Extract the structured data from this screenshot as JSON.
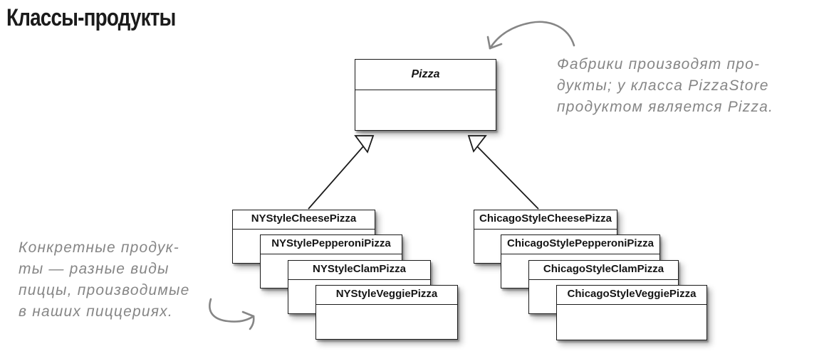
{
  "page": {
    "title": "Классы-продукты"
  },
  "colors": {
    "ink": "#1b1b1b",
    "annotation_gray": "#868686",
    "box_fill": "#ffffff"
  },
  "uml": {
    "superclass": {
      "name": "Pizza"
    },
    "ny_products": [
      {
        "name": "NYStyleCheesePizza"
      },
      {
        "name": "NYStylePepperoniPizza"
      },
      {
        "name": "NYStyleClamPizza"
      },
      {
        "name": "NYStyleVeggiePizza"
      }
    ],
    "chicago_products": [
      {
        "name": "ChicagoStyleCheesePizza"
      },
      {
        "name": "ChicagoStylePepperoniPizza"
      },
      {
        "name": "ChicagoStyleClamPizza"
      },
      {
        "name": "ChicagoStyleVeggiePizza"
      }
    ],
    "relationships": [
      {
        "type": "generalization",
        "from": "NY-style product stack",
        "to": "Pizza"
      },
      {
        "type": "generalization",
        "from": "Chicago-style product stack",
        "to": "Pizza"
      }
    ]
  },
  "annotations": {
    "factory_note": {
      "lines": [
        "Фабрики производят про-",
        "дукты; у класса PizzaStore",
        "продуктом является Pizza."
      ],
      "points_to": "Pizza"
    },
    "products_note": {
      "lines": [
        "Конкретные продук-",
        "ты — разные виды",
        "пиццы, производимые",
        "в наших пиццериях."
      ],
      "points_to": "NY-style product stack"
    }
  }
}
